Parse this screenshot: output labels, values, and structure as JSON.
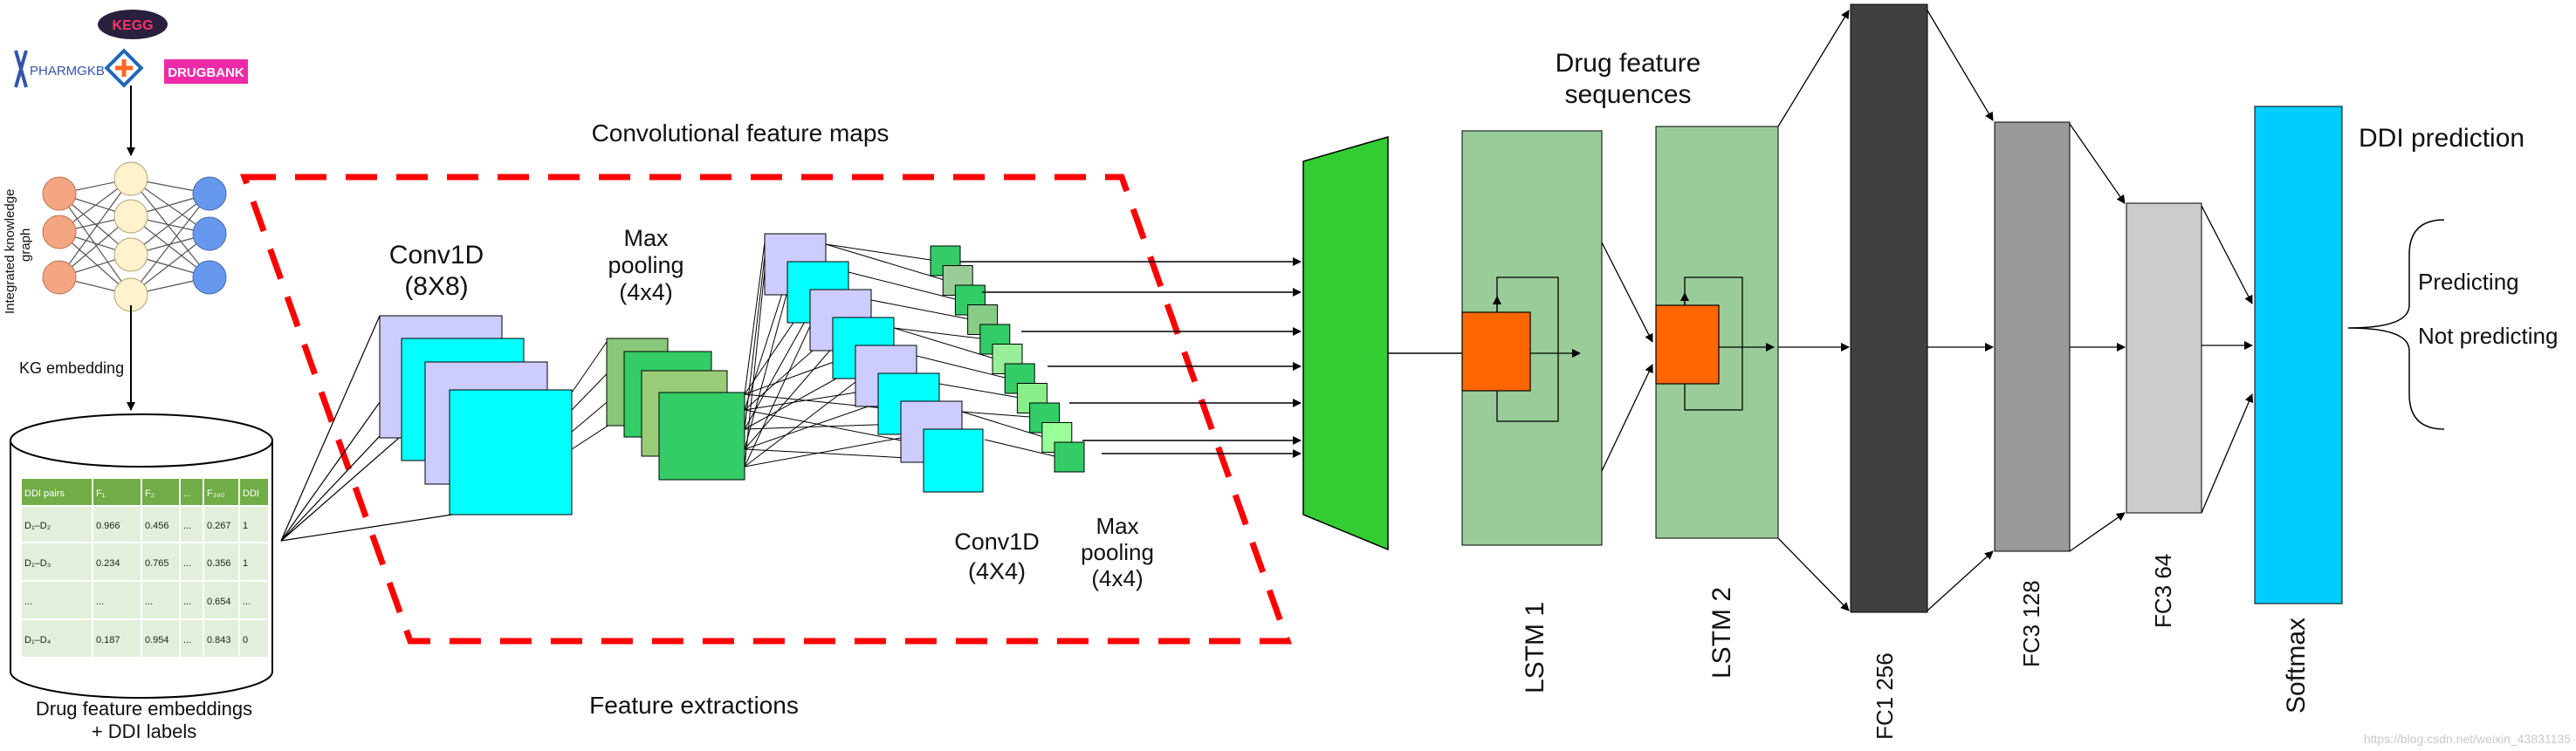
{
  "logos": {
    "kegg": "KEGG",
    "pharmgkb": "PHARMGKB",
    "drugbank": "DRUGBANK"
  },
  "left": {
    "kg_label_line1": "Integrated knowledge",
    "kg_label_line2": "graph",
    "kg_embedding": "KG embedding",
    "db_caption_line1": "Drug feature embeddings",
    "db_caption_line2": "+ DDI labels"
  },
  "table": {
    "headers": [
      "DDI pairs",
      "F₁",
      "F₂",
      "...",
      "F₃₀₀",
      "DDI"
    ],
    "rows": [
      [
        "D₁–D₂",
        "0.966",
        "0.456",
        "...",
        "0.267",
        "1"
      ],
      [
        "D₁–D₃",
        "0.234",
        "0.765",
        "...",
        "0.356",
        "1"
      ],
      [
        "...",
        "...",
        "...",
        "...",
        "0.654",
        "..."
      ],
      [
        "D₁–D₄",
        "0.187",
        "0.954",
        "...",
        "0.843",
        "0"
      ]
    ]
  },
  "cnn": {
    "title_top": "Convolutional feature maps",
    "title_bottom": "Feature extractions",
    "conv1_line1": "Conv1D",
    "conv1_line2": "(8X8)",
    "pool1_line1": "Max",
    "pool1_line2": "pooling",
    "pool1_line3": "(4x4)",
    "conv2_line1": "Conv1D",
    "conv2_line2": "(4X4)",
    "pool2_line1": "Max",
    "pool2_line2": "pooling",
    "pool2_line3": "(4x4)"
  },
  "rnn": {
    "sequences_line1": "Drug feature",
    "sequences_line2": "sequences",
    "lstm1": "LSTM 1",
    "lstm2": "LSTM 2"
  },
  "dense": {
    "fc1": "FC1 256",
    "fc2": "FC3 128",
    "fc3": "FC3  64",
    "softmax": "Softmax"
  },
  "output": {
    "title": "DDI prediction",
    "option1": "Predicting",
    "option2": "Not predicting"
  },
  "watermark": "https://blog.csdn.net/weixin_43831135",
  "colors": {
    "conv_lavender": "#ccccff",
    "conv_cyan": "#00ffff",
    "pool_green": "#33cc66",
    "flatten_green": "#33cc33",
    "lstm_green": "#99cc99",
    "lstm_cell": "#ff6600",
    "fc1": "#404040",
    "fc2": "#999999",
    "fc3": "#cccccc",
    "softmax": "#00ccff",
    "dashed_border": "#ff0000",
    "node_orange": "#f4a582",
    "node_yellow": "#fff2cc",
    "node_blue": "#6699ee",
    "table_header": "#70ad47",
    "table_row": "#e2efda"
  }
}
